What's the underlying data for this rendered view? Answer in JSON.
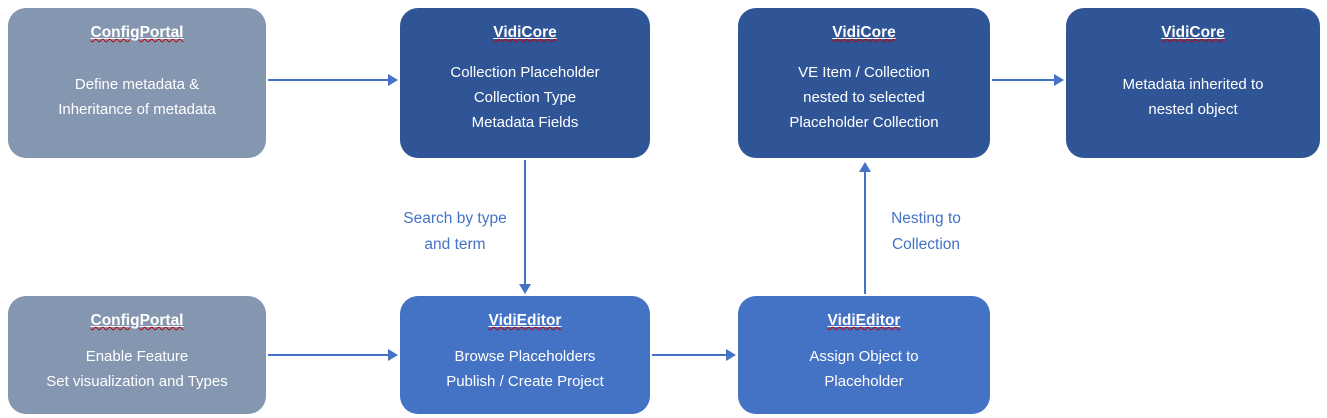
{
  "diagram": {
    "nodes": [
      {
        "title": "ConfigPortal",
        "lines": [
          "Define metadata &",
          "Inheritance of metadata"
        ]
      },
      {
        "title": "VidiCore",
        "lines": [
          "Collection Placeholder",
          "Collection Type",
          "Metadata Fields"
        ]
      },
      {
        "title": "VidiCore",
        "lines": [
          "VE Item / Collection",
          "nested to selected",
          "Placeholder Collection"
        ]
      },
      {
        "title": "VidiCore",
        "lines": [
          "Metadata inherited to",
          "nested object"
        ]
      },
      {
        "title": "ConfigPortal",
        "lines": [
          "Enable Feature",
          "Set visualization and Types"
        ]
      },
      {
        "title": "VidiEditor",
        "lines": [
          "Browse Placeholders",
          "Publish / Create Project"
        ]
      },
      {
        "title": "VidiEditor",
        "lines": [
          "Assign Object to",
          "Placeholder"
        ]
      }
    ],
    "edge_labels": [
      {
        "lines": [
          "Search by type",
          "and term"
        ]
      },
      {
        "lines": [
          "Nesting to",
          "Collection"
        ]
      }
    ],
    "colors": {
      "gray_blue_node": "#8496B0",
      "dark_blue_node": "#2F5597",
      "medium_blue_node": "#4472C4",
      "arrow": "#4472C4",
      "edge_label_text": "#4472C4",
      "node_text": "#FFFFFF",
      "title_squiggle": "#C00000"
    }
  }
}
